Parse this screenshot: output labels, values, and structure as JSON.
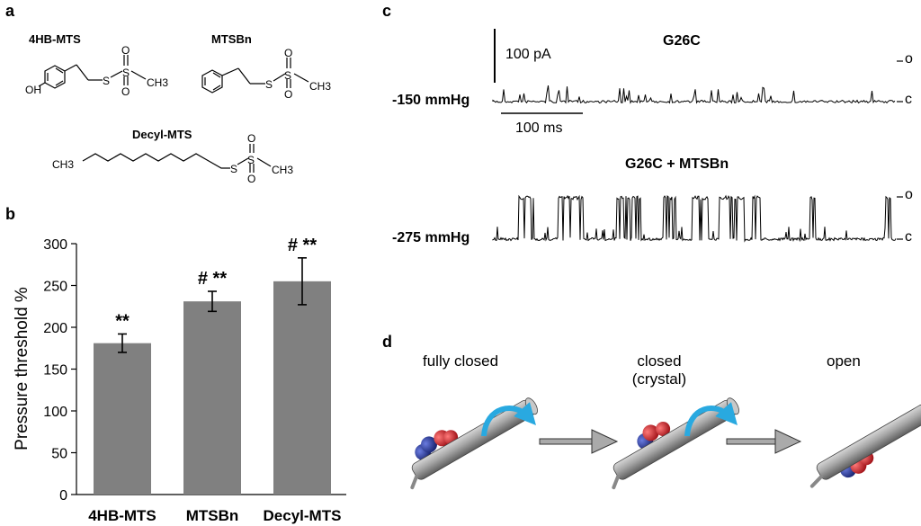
{
  "panels": {
    "a": "a",
    "b": "b",
    "c": "c",
    "d": "d"
  },
  "panel_a": {
    "compounds": [
      {
        "name": "4HB-MTS",
        "atoms": {
          "oh": "OH",
          "s1": "S",
          "s2": "S",
          "o1": "O",
          "o2": "O",
          "ch3": "CH3"
        }
      },
      {
        "name": "MTSBn",
        "atoms": {
          "s1": "S",
          "s2": "S",
          "o1": "O",
          "o2": "O",
          "ch3": "CH3"
        }
      },
      {
        "name": "Decyl-MTS",
        "atoms": {
          "ch3a": "CH3",
          "s1": "S",
          "s2": "S",
          "o1": "O",
          "o2": "O",
          "ch3": "CH3"
        }
      }
    ]
  },
  "chart_data": {
    "type": "bar",
    "categories": [
      "4HB-MTS",
      "MTSBn",
      "Decyl-MTS"
    ],
    "values": [
      181,
      231,
      255
    ],
    "errors": [
      11,
      12,
      28
    ],
    "annotations": [
      "**",
      "# **",
      "# **"
    ],
    "ylabel": "Pressure threshold %",
    "xlabel": "",
    "ylim": [
      0,
      300
    ],
    "yticks": [
      0,
      50,
      100,
      150,
      200,
      250,
      300
    ],
    "bar_color": "#808080",
    "grid": false
  },
  "panel_c": {
    "top": {
      "title": "G26C",
      "pressure": "-150 mmHg"
    },
    "bottom": {
      "title": "G26C + MTSBn",
      "pressure": "-275 mmHg"
    },
    "scale_current": "100 pA",
    "scale_time": "100 ms",
    "state_open": "o",
    "state_closed": "c"
  },
  "panel_d": {
    "states": [
      "fully closed",
      "closed\n(crystal)",
      "open"
    ],
    "colors": {
      "helix": "#9a9a9a",
      "arrow": "#29a9e0",
      "red": "#d0212a",
      "blue": "#2b3a9c"
    }
  }
}
